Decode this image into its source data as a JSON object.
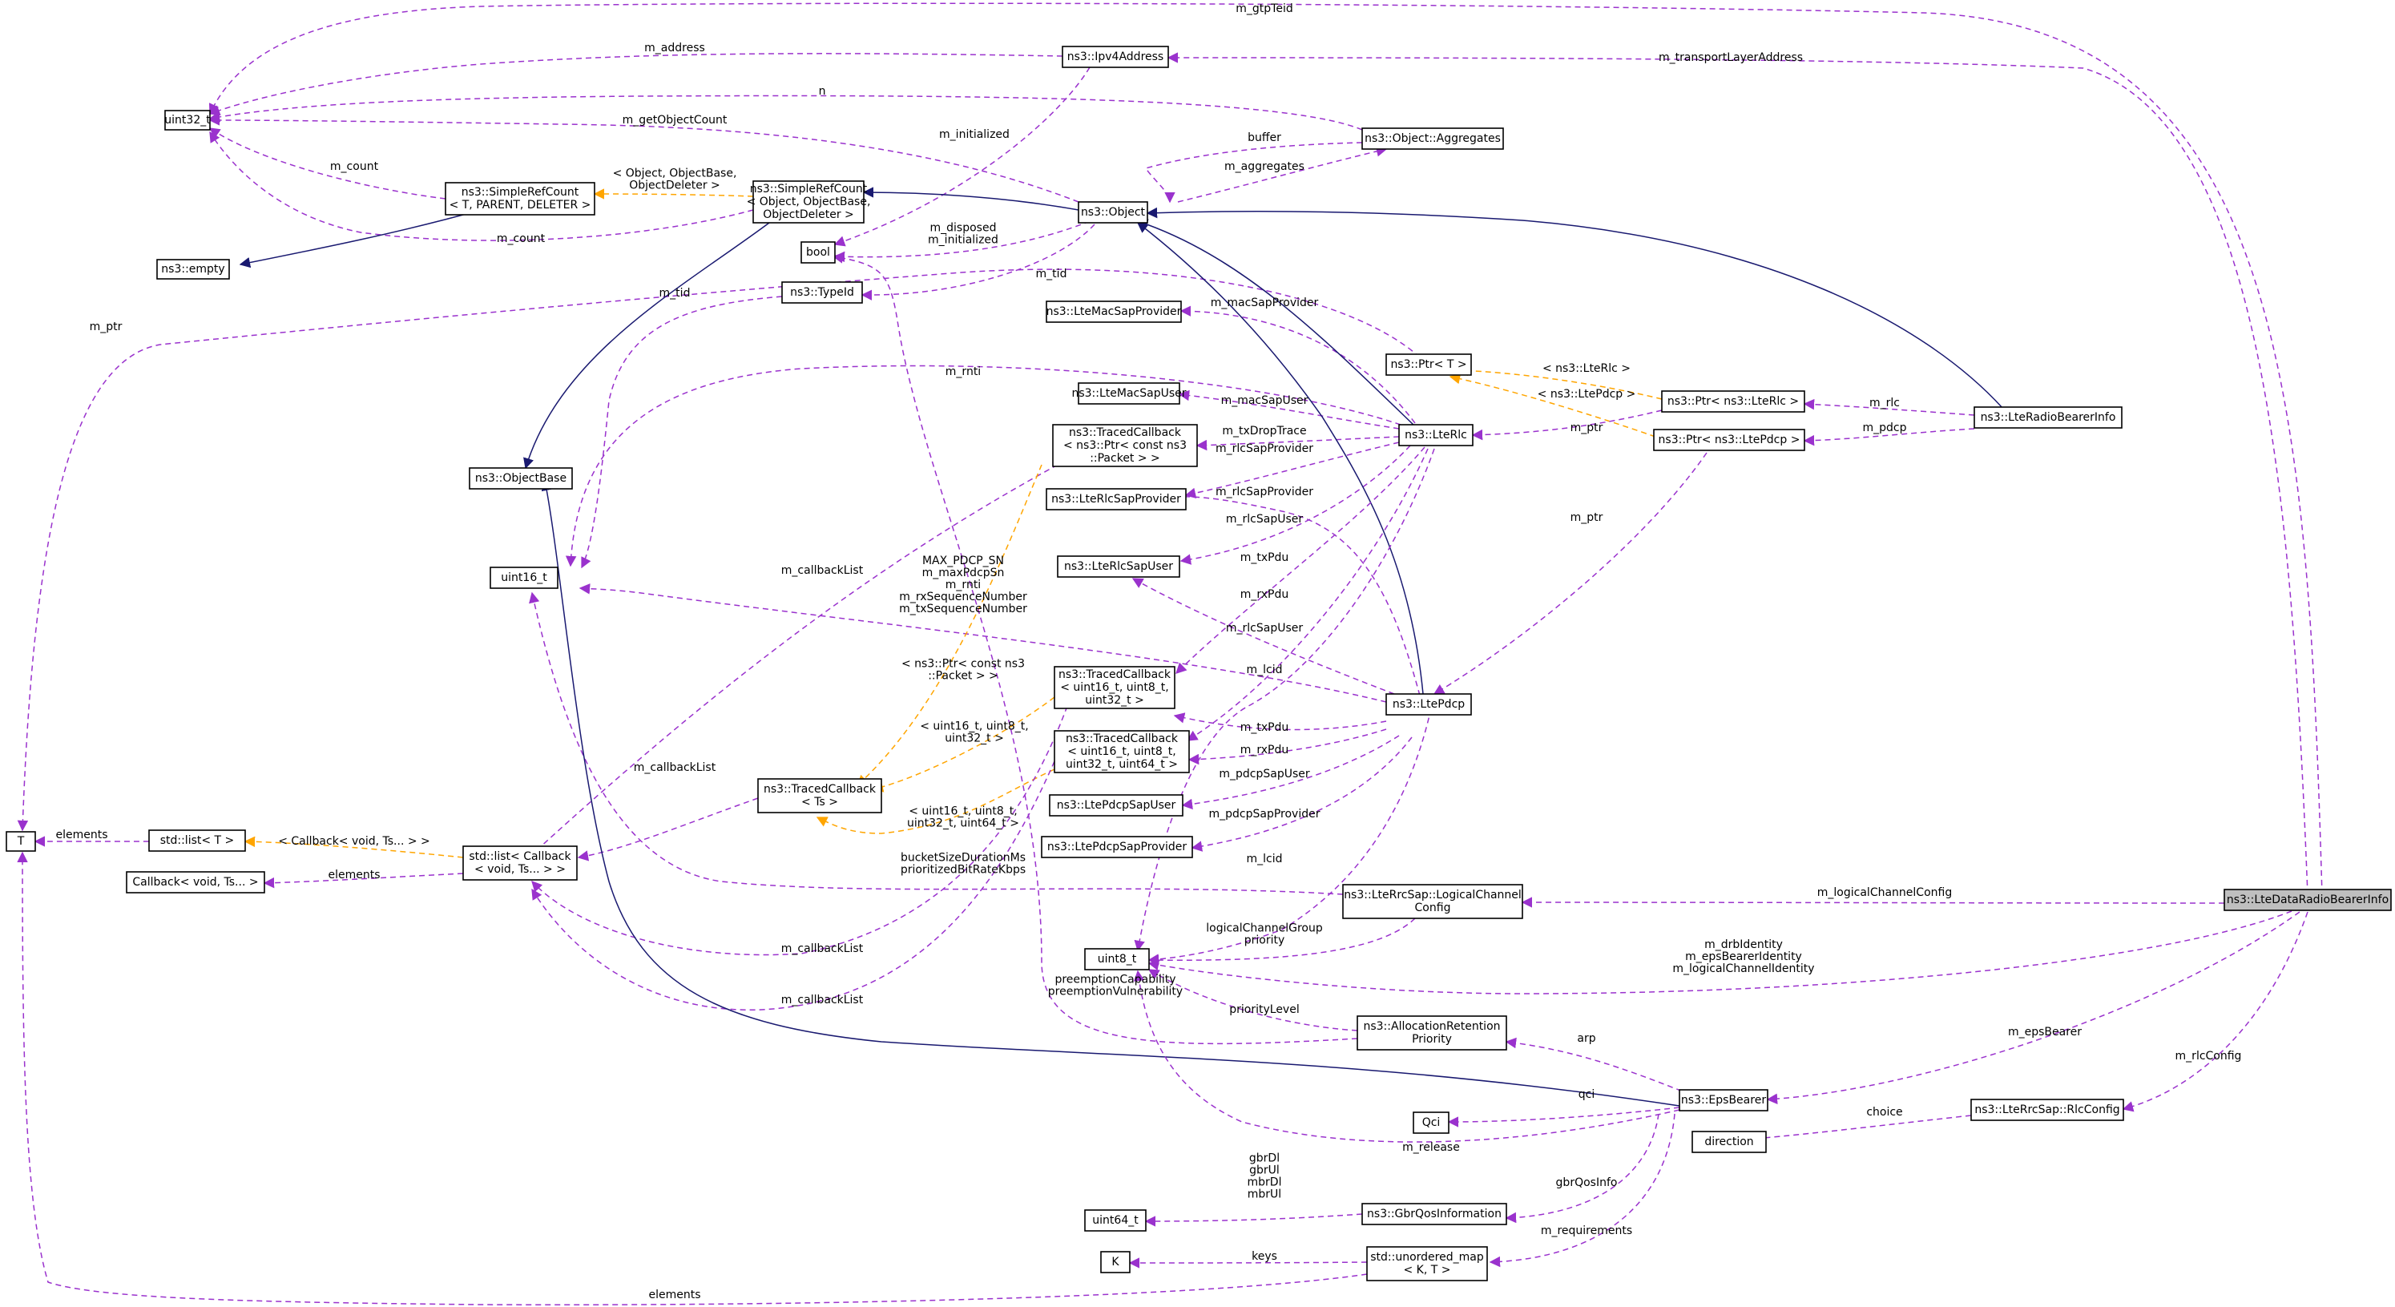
{
  "nodes": [
    {
      "id": "uint32",
      "label": [
        "uint32_t"
      ]
    },
    {
      "id": "ipv4",
      "label": [
        "ns3::Ipv4Address"
      ]
    },
    {
      "id": "aggregates",
      "label": [
        "ns3::Object::Aggregates"
      ]
    },
    {
      "id": "simplerefcount",
      "label": [
        "ns3::SimpleRefCount",
        "< T, PARENT, DELETER >"
      ]
    },
    {
      "id": "simplerefobj",
      "label": [
        "ns3::SimpleRefCount",
        "< Object, ObjectBase,",
        "ObjectDeleter >"
      ]
    },
    {
      "id": "object",
      "label": [
        "ns3::Object"
      ]
    },
    {
      "id": "bool",
      "label": [
        "bool"
      ]
    },
    {
      "id": "empty",
      "label": [
        "ns3::empty"
      ]
    },
    {
      "id": "typeid",
      "label": [
        "ns3::TypeId"
      ]
    },
    {
      "id": "macsapprov",
      "label": [
        "ns3::LteMacSapProvider"
      ]
    },
    {
      "id": "ptrT",
      "label": [
        "ns3::Ptr< T >"
      ]
    },
    {
      "id": "ptrRlc",
      "label": [
        "ns3::Ptr< ns3::LteRlc >"
      ]
    },
    {
      "id": "ptrPdcp",
      "label": [
        "ns3::Ptr< ns3::LtePdcp >"
      ]
    },
    {
      "id": "radiobearer",
      "label": [
        "ns3::LteRadioBearerInfo"
      ]
    },
    {
      "id": "macsapuser",
      "label": [
        "ns3::LteMacSapUser"
      ]
    },
    {
      "id": "ltrlc",
      "label": [
        "ns3::LteRlc"
      ]
    },
    {
      "id": "tcPacket",
      "label": [
        "ns3::TracedCallback",
        "< ns3::Ptr< const ns3",
        "::Packet > >"
      ]
    },
    {
      "id": "objectbase",
      "label": [
        "ns3::ObjectBase"
      ]
    },
    {
      "id": "rlcsapprov",
      "label": [
        "ns3::LteRlcSapProvider"
      ]
    },
    {
      "id": "uint16",
      "label": [
        "uint16_t"
      ]
    },
    {
      "id": "rlcsapuser",
      "label": [
        "ns3::LteRlcSapUser"
      ]
    },
    {
      "id": "tc32",
      "label": [
        "ns3::TracedCallback",
        "< uint16_t, uint8_t,",
        "uint32_t >"
      ]
    },
    {
      "id": "ltepdcp",
      "label": [
        "ns3::LtePdcp"
      ]
    },
    {
      "id": "tc64",
      "label": [
        "ns3::TracedCallback",
        "< uint16_t, uint8_t,",
        "uint32_t, uint64_t >"
      ]
    },
    {
      "id": "tcTs",
      "label": [
        "ns3::TracedCallback",
        "< Ts >"
      ]
    },
    {
      "id": "T",
      "label": [
        "T"
      ]
    },
    {
      "id": "stdlistT",
      "label": [
        "std::list< T >"
      ]
    },
    {
      "id": "stdlistCb",
      "label": [
        "std::list< Callback",
        "< void, Ts... > >"
      ]
    },
    {
      "id": "pdcpsapuser",
      "label": [
        "ns3::LtePdcpSapUser"
      ]
    },
    {
      "id": "callback",
      "label": [
        "Callback< void, Ts... >"
      ]
    },
    {
      "id": "pdcpsapprov",
      "label": [
        "ns3::LtePdcpSapProvider"
      ]
    },
    {
      "id": "logchan",
      "label": [
        "ns3::LteRrcSap::LogicalChannel",
        "Config"
      ]
    },
    {
      "id": "dataradio",
      "label": [
        "ns3::LteDataRadioBearerInfo"
      ]
    },
    {
      "id": "uint8",
      "label": [
        "uint8_t"
      ]
    },
    {
      "id": "arp",
      "label": [
        "ns3::AllocationRetention",
        "Priority"
      ]
    },
    {
      "id": "qci",
      "label": [
        "Qci"
      ]
    },
    {
      "id": "epsbearer",
      "label": [
        "ns3::EpsBearer"
      ]
    },
    {
      "id": "rlcconfig",
      "label": [
        "ns3::LteRrcSap::RlcConfig"
      ]
    },
    {
      "id": "direction",
      "label": [
        "direction"
      ]
    },
    {
      "id": "uint64",
      "label": [
        "uint64_t"
      ]
    },
    {
      "id": "gbrqos",
      "label": [
        "ns3::GbrQosInformation"
      ]
    },
    {
      "id": "K",
      "label": [
        "K"
      ]
    },
    {
      "id": "umap",
      "label": [
        "std::unordered_map",
        "< K, T >"
      ]
    }
  ],
  "edge_labels": [
    {
      "id": "l_gtpteid",
      "lines": [
        "m_gtpTeid"
      ]
    },
    {
      "id": "l_address",
      "lines": [
        "m_address"
      ]
    },
    {
      "id": "l_translayer",
      "lines": [
        "m_transportLayerAddress"
      ]
    },
    {
      "id": "l_n",
      "lines": [
        "n"
      ]
    },
    {
      "id": "l_getobjcount",
      "lines": [
        "m_getObjectCount"
      ]
    },
    {
      "id": "l_buffer",
      "lines": [
        "buffer"
      ]
    },
    {
      "id": "l_initialized",
      "lines": [
        "m_initialized"
      ]
    },
    {
      "id": "l_count1",
      "lines": [
        "m_count"
      ]
    },
    {
      "id": "l_aggregates",
      "lines": [
        "m_aggregates"
      ]
    },
    {
      "id": "l_tplobj",
      "lines": [
        "< Object, ObjectBase,",
        "ObjectDeleter >"
      ]
    },
    {
      "id": "l_count2",
      "lines": [
        "m_count"
      ]
    },
    {
      "id": "l_disposed",
      "lines": [
        "m_disposed",
        "m_initialized"
      ]
    },
    {
      "id": "l_tid1",
      "lines": [
        "m_tid"
      ]
    },
    {
      "id": "l_tid2",
      "lines": [
        "m_tid"
      ]
    },
    {
      "id": "l_ptr1",
      "lines": [
        "m_ptr"
      ]
    },
    {
      "id": "l_macsapprov",
      "lines": [
        "m_macSapProvider"
      ]
    },
    {
      "id": "l_tplrlc",
      "lines": [
        "< ns3::LteRlc >"
      ]
    },
    {
      "id": "l_rnti1",
      "lines": [
        "m_rnti"
      ]
    },
    {
      "id": "l_rlc",
      "lines": [
        "m_rlc"
      ]
    },
    {
      "id": "l_tplpdcp",
      "lines": [
        "< ns3::LtePdcp >"
      ]
    },
    {
      "id": "l_macsapuser",
      "lines": [
        "m_macSapUser"
      ]
    },
    {
      "id": "l_ptr2",
      "lines": [
        "m_ptr"
      ]
    },
    {
      "id": "l_pdcp",
      "lines": [
        "m_pdcp"
      ]
    },
    {
      "id": "l_txdrop",
      "lines": [
        "m_txDropTrace"
      ]
    },
    {
      "id": "l_rlcsapprov1",
      "lines": [
        "m_rlcSapProvider"
      ]
    },
    {
      "id": "l_rlcsapprov2",
      "lines": [
        "m_rlcSapProvider"
      ]
    },
    {
      "id": "l_ptr3",
      "lines": [
        "m_ptr"
      ]
    },
    {
      "id": "l_rlcsapuser1",
      "lines": [
        "m_rlcSapUser"
      ]
    },
    {
      "id": "l_cblist1",
      "lines": [
        "m_callbackList"
      ]
    },
    {
      "id": "l_txpdu1",
      "lines": [
        "m_txPdu"
      ]
    },
    {
      "id": "l_uint16multi",
      "lines": [
        "MAX_PDCP_SN",
        "m_maxPdcpSn",
        "m_rnti",
        "m_rxSequenceNumber",
        "m_txSequenceNumber"
      ]
    },
    {
      "id": "l_rxpdu1",
      "lines": [
        "m_rxPdu"
      ]
    },
    {
      "id": "l_rlcsapuser2",
      "lines": [
        "m_rlcSapUser"
      ]
    },
    {
      "id": "l_tplpacket",
      "lines": [
        "< ns3::Ptr< const ns3",
        "::Packet > >"
      ]
    },
    {
      "id": "l_lcid1",
      "lines": [
        "m_lcid"
      ]
    },
    {
      "id": "l_tpl32",
      "lines": [
        "< uint16_t, uint8_t,",
        "uint32_t >"
      ]
    },
    {
      "id": "l_txpdu2",
      "lines": [
        "m_txPdu"
      ]
    },
    {
      "id": "l_rxpdu2",
      "lines": [
        "m_rxPdu"
      ]
    },
    {
      "id": "l_cblist2",
      "lines": [
        "m_callbackList"
      ]
    },
    {
      "id": "l_pdcpsapuser",
      "lines": [
        "m_pdcpSapUser"
      ]
    },
    {
      "id": "l_elements1",
      "lines": [
        "elements"
      ]
    },
    {
      "id": "l_tplcallback",
      "lines": [
        "< Callback< void, Ts... > >"
      ]
    },
    {
      "id": "l_tpl64",
      "lines": [
        "< uint16_t, uint8_t,",
        "uint32_t, uint64_t >"
      ]
    },
    {
      "id": "l_pdcpsapprov",
      "lines": [
        "m_pdcpSapProvider"
      ]
    },
    {
      "id": "l_elements2",
      "lines": [
        "elements"
      ]
    },
    {
      "id": "l_bucket",
      "lines": [
        "bucketSizeDurationMs",
        "prioritizedBitRateKbps"
      ]
    },
    {
      "id": "l_lcid2",
      "lines": [
        "m_lcid"
      ]
    },
    {
      "id": "l_logchancfg",
      "lines": [
        "m_logicalChannelConfig"
      ]
    },
    {
      "id": "l_lcgprio",
      "lines": [
        "logicalChannelGroup",
        "priority"
      ]
    },
    {
      "id": "l_cblist3",
      "lines": [
        "m_callbackList"
      ]
    },
    {
      "id": "l_drbid",
      "lines": [
        "m_drbIdentity",
        "m_epsBearerIdentity",
        "m_logicalChannelIdentity"
      ]
    },
    {
      "id": "l_preempt",
      "lines": [
        "preemptionCapability",
        "preemptionVulnerability"
      ]
    },
    {
      "id": "l_cblist4",
      "lines": [
        "m_callbackList"
      ]
    },
    {
      "id": "l_priolevel",
      "lines": [
        "priorityLevel"
      ]
    },
    {
      "id": "l_arp",
      "lines": [
        "arp"
      ]
    },
    {
      "id": "l_epsbearer",
      "lines": [
        "m_epsBearer"
      ]
    },
    {
      "id": "l_rlcconfig",
      "lines": [
        "m_rlcConfig"
      ]
    },
    {
      "id": "l_qci",
      "lines": [
        "qci"
      ]
    },
    {
      "id": "l_release",
      "lines": [
        "m_release"
      ]
    },
    {
      "id": "l_choice",
      "lines": [
        "choice"
      ]
    },
    {
      "id": "l_gbr",
      "lines": [
        "gbrDl",
        "gbrUl",
        "mbrDl",
        "mbrUl"
      ]
    },
    {
      "id": "l_gbrqosinfo",
      "lines": [
        "gbrQosInfo"
      ]
    },
    {
      "id": "l_requirements",
      "lines": [
        "m_requirements"
      ]
    },
    {
      "id": "l_keys",
      "lines": [
        "keys"
      ]
    },
    {
      "id": "l_elements3",
      "lines": [
        "elements"
      ]
    }
  ],
  "colors": {
    "member_edge": "#9a32cd",
    "inherit_edge": "#191970",
    "template_edge": "#ffa500",
    "focus_fill": "#bfbfbf"
  }
}
